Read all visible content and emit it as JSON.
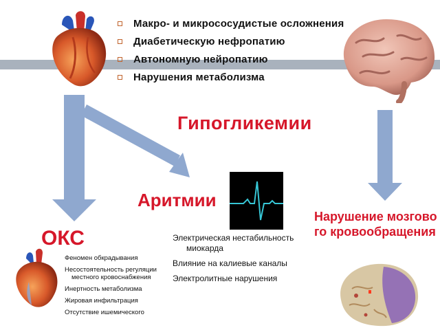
{
  "complications": [
    "Макро- и микрососудистые осложнения",
    "Диабетическую нефропатию",
    "Автономную нейропатию",
    "Нарушения метаболизма"
  ],
  "hypoglycemia_label": "Гипогликемии",
  "arrhythmia_label": "Аритмии",
  "oks_label": "ОКС",
  "cerebral_label": "Нарушение мозгового кровообращения",
  "oks_items": [
    "Феномен обкрадывания",
    "Несостоятельность регуляции местного кровоснабжения",
    "Инертность метаболизма",
    "Жировая инфильтрация",
    "Отсутствие ишемического"
  ],
  "arrhythmia_items": [
    "Электрическая нестабильность миокарда",
    "Влияние на калиевые каналы",
    "Электролитные нарушения"
  ],
  "colors": {
    "accent_red": "#d6172a",
    "arrow_blue": "#8fa8cf",
    "band_grey": "#a9b2bd",
    "bullet_orange": "#c0622b"
  },
  "icons": [
    "heart-illustration",
    "brain-illustration",
    "ecg-monitor",
    "brain-section",
    "heart-small"
  ]
}
